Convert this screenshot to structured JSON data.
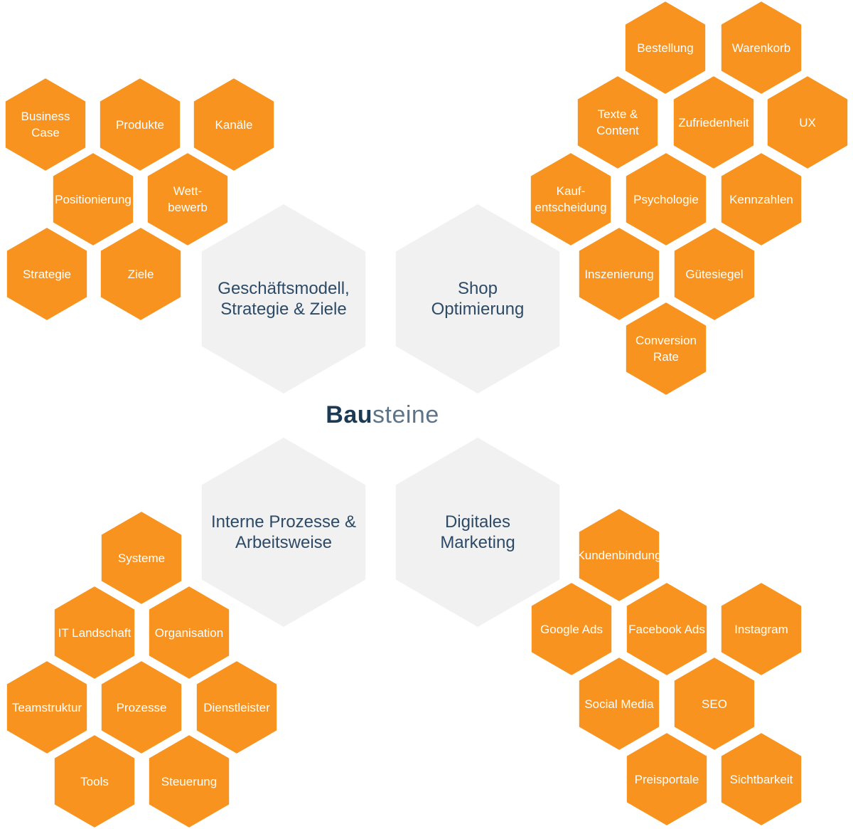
{
  "colors": {
    "accent": "#f7931e",
    "main_hex": "#f1f1f1",
    "main_text": "#2d4a66",
    "small_text": "#ffffff"
  },
  "title": {
    "bold": "Bau",
    "light": "steine"
  },
  "groups": [
    {
      "title": "Geschäftsmodell,\nStrategie & Ziele",
      "items": [
        "Business\nCase",
        "Produkte",
        "Kanäle",
        "Positionierung",
        "Wett-\nbewerb",
        "Strategie",
        "Ziele"
      ]
    },
    {
      "title": "Shop\nOptimierung",
      "items": [
        "Bestellung",
        "Warenkorb",
        "Texte &\nContent",
        "Zufriedenheit",
        "UX",
        "Kauf-\nentscheidung",
        "Psychologie",
        "Kennzahlen",
        "Inszenierung",
        "Gütesiegel",
        "Conversion\nRate"
      ]
    },
    {
      "title": "Interne Prozesse &\nArbeitsweise",
      "items": [
        "Systeme",
        "IT Landschaft",
        "Organisation",
        "Teamstruktur",
        "Prozesse",
        "Dienstleister",
        "Tools",
        "Steuerung"
      ]
    },
    {
      "title": "Digitales\nMarketing",
      "items": [
        "Kundenbindung",
        "Google Ads",
        "Facebook Ads",
        "Instagram",
        "Social Media",
        "SEO",
        "Preisportale",
        "Sichtbarkeit"
      ]
    }
  ]
}
